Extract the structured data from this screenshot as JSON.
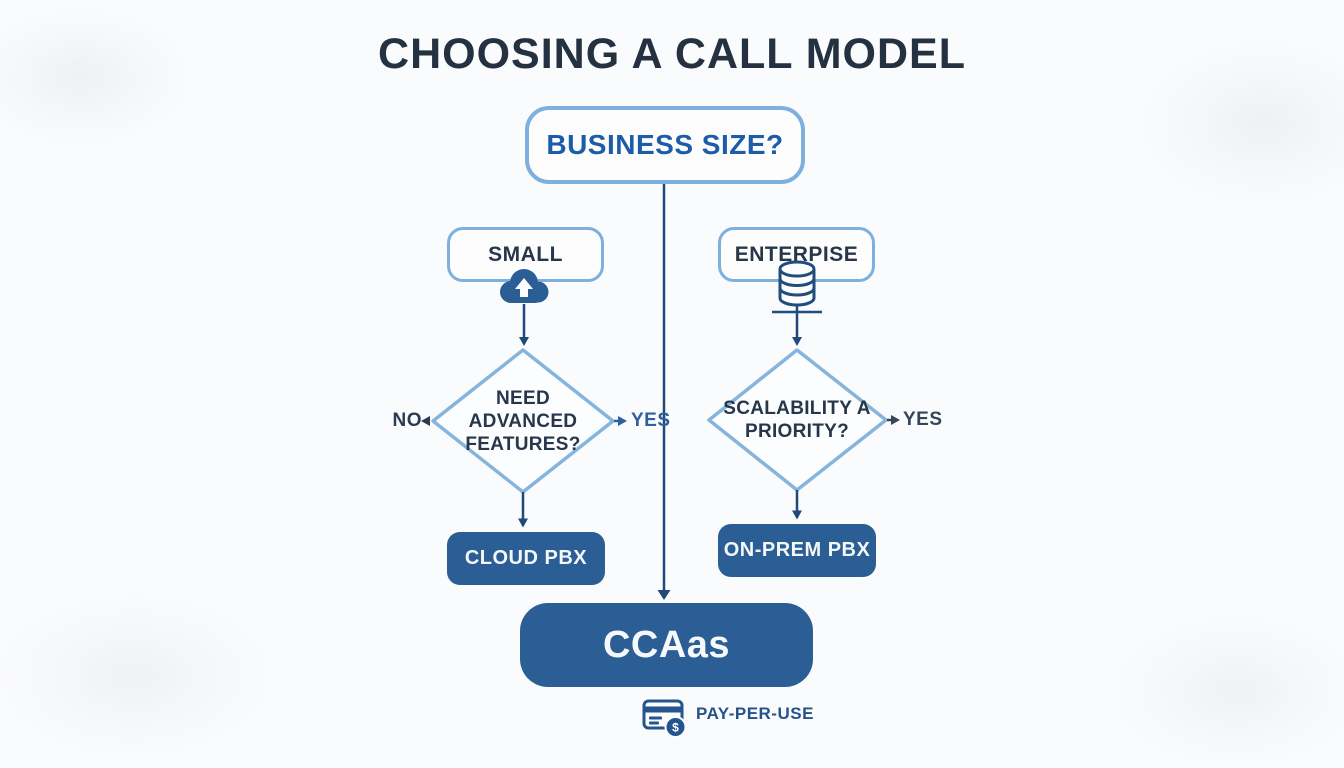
{
  "title": "CHOOSING A CALL MODEL",
  "flow": {
    "root": {
      "label": "BUSINESS SIZE?"
    },
    "small": {
      "label": "SMALL",
      "icon": "cloud-upload-icon",
      "decision": {
        "lines": [
          "NEED",
          "ADVANCED",
          "FEATURES?"
        ],
        "no_label": "NO",
        "yes_label": "YES"
      },
      "result": "CLOUD PBX"
    },
    "enterprise": {
      "label": "ENTERPISE",
      "icon": "database-icon",
      "decision": {
        "lines": [
          "SCALABILITY A",
          "PRIORITY?"
        ],
        "yes_label": "YES"
      },
      "result": "ON-PREM PBX"
    },
    "final": {
      "label": "CCAas",
      "badge_icon": "credit-card-dollar-icon",
      "badge_label": "PAY-PER-USE",
      "dollar_sign": "$"
    }
  },
  "colors": {
    "title_text": "#233140",
    "primary_blue_text": "#1c5ca8",
    "light_blue_border": "#7db0de",
    "diamond_border": "#85b4dd",
    "dark_blue_fill": "#2a5e94",
    "connector_line": "#20497a",
    "yes_blue": "#2f5f9e",
    "navy_label": "#2c3b50",
    "background": "#fafbfc"
  }
}
